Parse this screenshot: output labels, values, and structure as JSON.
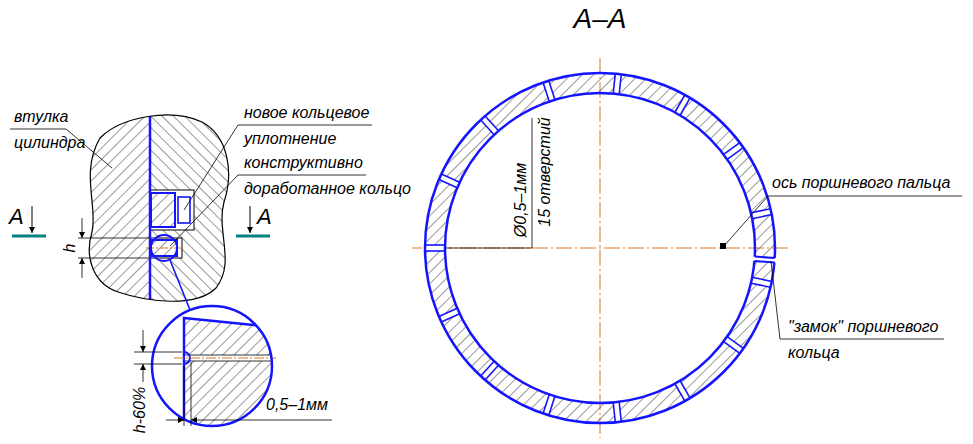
{
  "diagram": {
    "labels": [
      "А–А",
      "втулка цилиндра",
      "новое кольцевое уплотнение",
      "конструктивно доработанное кольцо",
      "А",
      "А",
      "h",
      "h-60%",
      "0,5–1мм",
      "Ø0,5–1мм",
      "15 отверстий",
      "ось поршневого пальца",
      "\"замок\" поршневого кольца"
    ]
  }
}
